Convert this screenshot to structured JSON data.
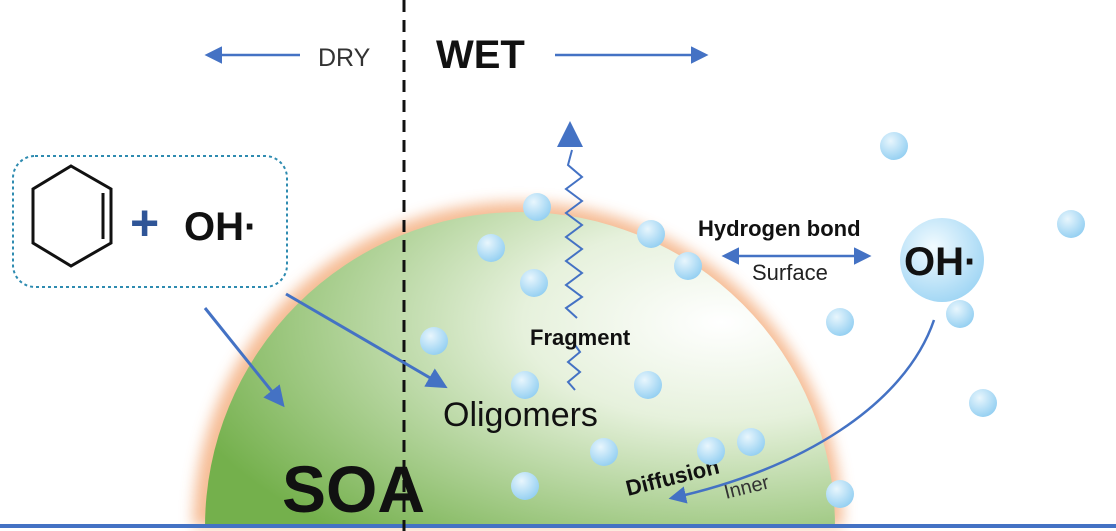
{
  "labels": {
    "dry": "DRY",
    "wet": "WET",
    "reactant_plus": "+",
    "reactant_oh": "OH·",
    "hydrogen_bond": "Hydrogen bond",
    "surface": "Surface",
    "oh_radical": "OH·",
    "fragment": "Fragment",
    "oligomers": "Oligomers",
    "diffusion": "Diffusion",
    "inner": "Inner",
    "soa": "SOA"
  },
  "colors": {
    "arrow_blue": "#4472c4",
    "particle_green_dark": "#70ad47",
    "particle_green_light": "#e6f1dc",
    "surface_glow": "#f4b183",
    "droplet_blue": "#9dd3f3",
    "box_border": "#2e8bb0",
    "text_dark": "#111111"
  },
  "icons": {
    "reactant_molecule": "cyclohexene-ring-icon"
  }
}
